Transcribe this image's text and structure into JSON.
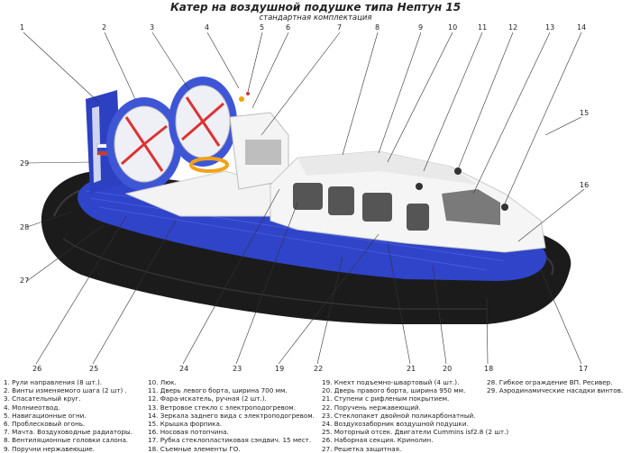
{
  "title": "Катер на воздушной подушке типа Нептун 15",
  "subtitle": "стандартная комплектация",
  "callouts": [
    "1",
    "2",
    "3",
    "4",
    "5",
    "6",
    "7",
    "8",
    "9",
    "10",
    "11",
    "12",
    "13",
    "14",
    "15",
    "16",
    "17",
    "18",
    "19",
    "20",
    "21",
    "22",
    "23",
    "24",
    "25",
    "26",
    "27",
    "28",
    "29"
  ],
  "legend": {
    "col1": [
      "1. Рули направления (8 шт.).",
      "2. Винты изменяемого шага (2 шт) .",
      "3. Спасательный круг.",
      "4. Молниеотвод.",
      "5. Навигационные огни.",
      "6. Проблесковый огонь.",
      "7. Мачта. Воздуховодные радиаторы.",
      "8. Вентиляционные головки салона.",
      "9. Поручни нержавеющие."
    ],
    "col2": [
      "10. Люк.",
      "11. Дверь левого борта, ширина 700 мм.",
      "12. Фара-искатель, ручная (2 шт.).",
      "13. Ветровое стекло с электроподогревом.",
      "14. Зеркала заднего вида с электроподогревом.",
      "15. Крышка форпика.",
      "16. Носовая потопчина.",
      "17. Рубка стеклопластиковая сэндвич. 15 мест.",
      "18. Съемные элементы ГО."
    ],
    "col3": [
      "19. Кнехт подъемно-швартовый (4 шт.).",
      "20. Дверь правого борта, ширина 950 мм.",
      "21. Ступени с рифленым покрытием.",
      "22. Поручень нержавеющий.",
      "23. Стеклопакет двойной поликарбонатный.",
      "24. Воздухозаборник воздушной подушки.",
      "25. Моторный отсек. Двигатели Cummins isf2.8 (2 шт.)",
      "26. Наборная секция. Кринолин.",
      "27.  Решетка защитная."
    ],
    "col4": [
      "28. Гибкое ограждение ВП. Ресивер.",
      "29. Аэродинамические насадки винтов."
    ]
  },
  "colors": {
    "deck": "#2f44c9",
    "skirt": "#1a1a1a",
    "hull": "#f4f4f4",
    "fan_ring": "#3e56d6"
  }
}
